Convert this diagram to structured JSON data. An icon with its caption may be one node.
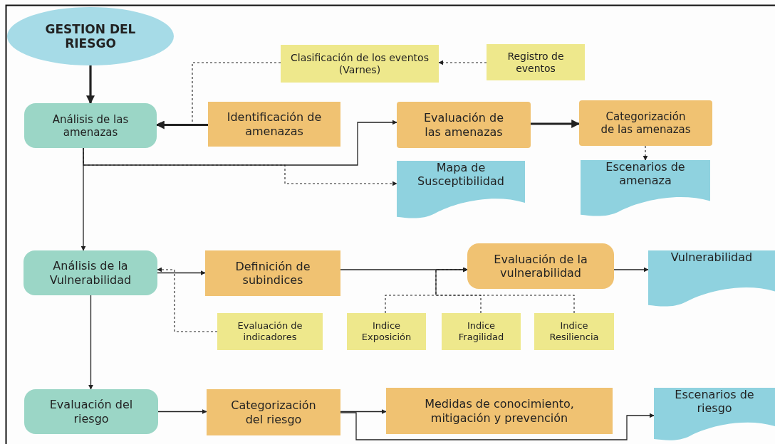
{
  "diagram": {
    "nodes": [
      {
        "text": [
          "GESTION DEL RIESGO"
        ]
      },
      {
        "text": [
          "Análisis de las amenazas"
        ]
      },
      {
        "text": [
          "Clasificación de los eventos (Varnes)"
        ]
      },
      {
        "text": [
          "Registro de eventos"
        ]
      },
      {
        "text": [
          "Identificación de amenazas"
        ]
      },
      {
        "text": [
          "Evaluación de las amenazas"
        ]
      },
      {
        "text": [
          "Categorización de las amenazas"
        ]
      },
      {
        "text": [
          "Mapa de Susceptibilidad"
        ]
      },
      {
        "text": [
          "Escenarios de amenaza"
        ]
      },
      {
        "text": [
          "Análisis de la Vulnerabilidad"
        ]
      },
      {
        "text": [
          "Definición de subindices"
        ]
      },
      {
        "text": [
          "Evaluación de la vulnerabilidad"
        ]
      },
      {
        "text": [
          "Vulnerabilidad"
        ]
      },
      {
        "text": [
          "Evaluación de indicadores"
        ]
      },
      {
        "text": [
          "Indice Exposición"
        ]
      },
      {
        "text": [
          "Indice Fragilidad"
        ]
      },
      {
        "text": [
          "Indice Resiliencia"
        ]
      },
      {
        "text": [
          "Evaluación del riesgo"
        ]
      },
      {
        "text": [
          "Categorización del riesgo"
        ]
      },
      {
        "text": [
          "Medidas de conocimiento, mitigación y prevención"
        ]
      },
      {
        "text": [
          "Escenarios de riesgo"
        ]
      }
    ],
    "edges": [
      {
        "from": 0,
        "to": 1,
        "arrow": "to",
        "style": "thick"
      },
      {
        "from": 4,
        "to": 1,
        "arrow": "to",
        "style": "thick"
      },
      {
        "from": 3,
        "to": 2,
        "arrow": "to",
        "style": "dashed"
      },
      {
        "from": 2,
        "to": 1,
        "arrow": "to",
        "style": "dashed"
      },
      {
        "from": 1,
        "to": 5,
        "arrow": "to"
      },
      {
        "from": 1,
        "to": 7,
        "arrow": "to",
        "style": "dashed"
      },
      {
        "from": 5,
        "to": 6,
        "arrow": "to",
        "style": "thick"
      },
      {
        "from": 6,
        "to": 8,
        "arrow": "to",
        "style": "dashed"
      },
      {
        "from": 1,
        "to": 9,
        "arrow": "to"
      },
      {
        "from": 9,
        "to": 10,
        "arrow": "to"
      },
      {
        "from": 13,
        "to": 9,
        "arrow": "to",
        "style": "dashed"
      },
      {
        "from": 10,
        "to": 11,
        "arrow": "to"
      },
      {
        "from": 14,
        "to": 11,
        "arrow": "to",
        "style": "dashed"
      },
      {
        "from": 15,
        "to": 11,
        "arrow": "to",
        "style": "dashed"
      },
      {
        "from": 16,
        "to": 11,
        "arrow": "to",
        "style": "dashed"
      },
      {
        "from": 11,
        "to": 12,
        "arrow": "to"
      },
      {
        "from": 9,
        "to": 17,
        "arrow": "to"
      },
      {
        "from": 17,
        "to": 18,
        "arrow": "to"
      },
      {
        "from": 18,
        "to": 19,
        "arrow": "to"
      },
      {
        "from": 18,
        "to": 20,
        "arrow": "to"
      }
    ]
  }
}
